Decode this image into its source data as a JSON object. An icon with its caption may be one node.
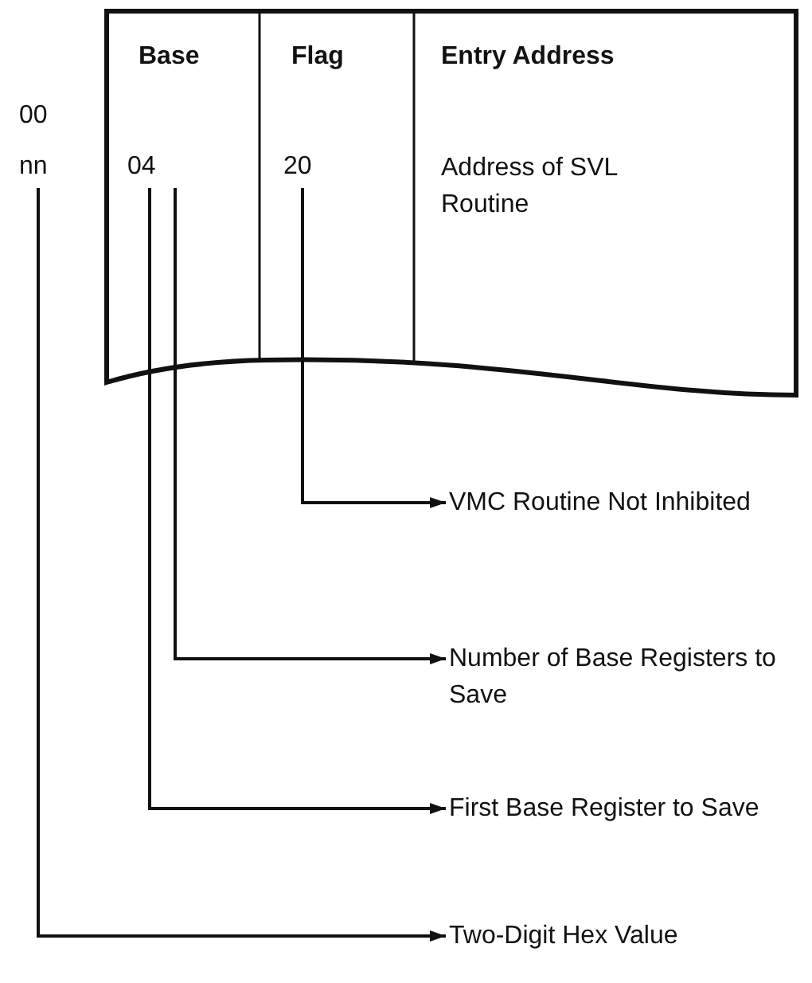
{
  "diagram": {
    "nodes": [
      {
        "text": [
          "Base",
          "Flag",
          "Entry Address",
          "Address of SVL Routine"
        ]
      },
      {
        "text": [
          "04"
        ],
        "in": 0
      },
      {
        "text": [
          "20"
        ],
        "in": 0
      },
      {
        "text": [
          "nn"
        ]
      },
      {
        "text": [
          "VMC Routine Not Inhibited"
        ]
      },
      {
        "text": [
          "Number of Base Registers to Save"
        ]
      },
      {
        "text": [
          "First Base Register to Save"
        ]
      },
      {
        "text": [
          "Two-Digit Hex Value"
        ]
      }
    ],
    "edges": [
      {
        "from": 2,
        "to": 4,
        "arrow": "to"
      },
      {
        "from": 1,
        "to": 5,
        "arrow": "to"
      },
      {
        "from": 1,
        "to": 6,
        "arrow": "to"
      },
      {
        "from": 3,
        "to": 7,
        "arrow": "to"
      }
    ],
    "labels": [
      "00"
    ]
  }
}
